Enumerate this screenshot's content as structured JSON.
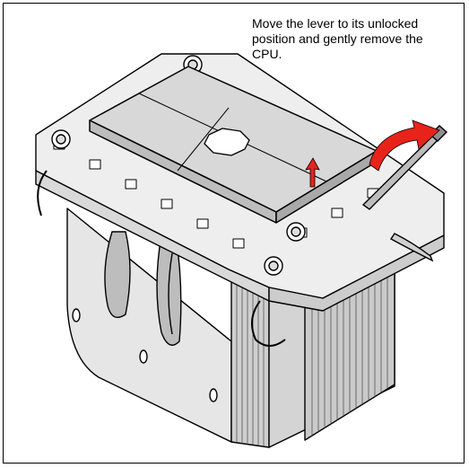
{
  "caption": {
    "line1": "Move the lever to its unlocked",
    "line2": "position and gently remove the",
    "line3": "CPU."
  },
  "colors": {
    "arrow_red": "#e8231a",
    "cooler_gray": "#c8c8c8",
    "cpu_gray": "#d8d8d8",
    "outline": "#000000"
  },
  "icons": [
    "cpu-icon",
    "heatsink-icon",
    "lever-icon",
    "lift-arrow-icon",
    "rotate-arrow-icon"
  ]
}
